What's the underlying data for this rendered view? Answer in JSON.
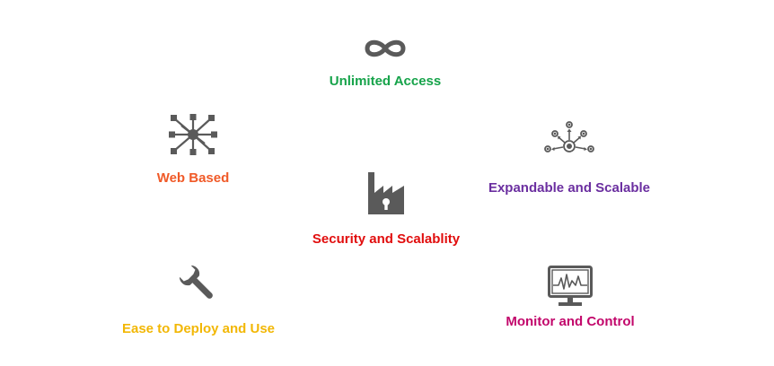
{
  "features": [
    {
      "label": "Unlimited Access",
      "color": "#16a34a",
      "icon": "infinity-icon"
    },
    {
      "label": "Web Based",
      "color": "#f05a28",
      "icon": "network-hub-icon"
    },
    {
      "label": "Expandable and Scalable",
      "color": "#6b2fa0",
      "icon": "expand-nodes-icon"
    },
    {
      "label": "Security and Scalablity",
      "color": "#e10d0d",
      "icon": "factory-lock-icon"
    },
    {
      "label": "Ease to Deploy and Use",
      "color": "#f2b705",
      "icon": "wrench-icon"
    },
    {
      "label": "Monitor and Control",
      "color": "#c2076b",
      "icon": "monitor-icon"
    }
  ],
  "icon_color": "#5a5a5a"
}
